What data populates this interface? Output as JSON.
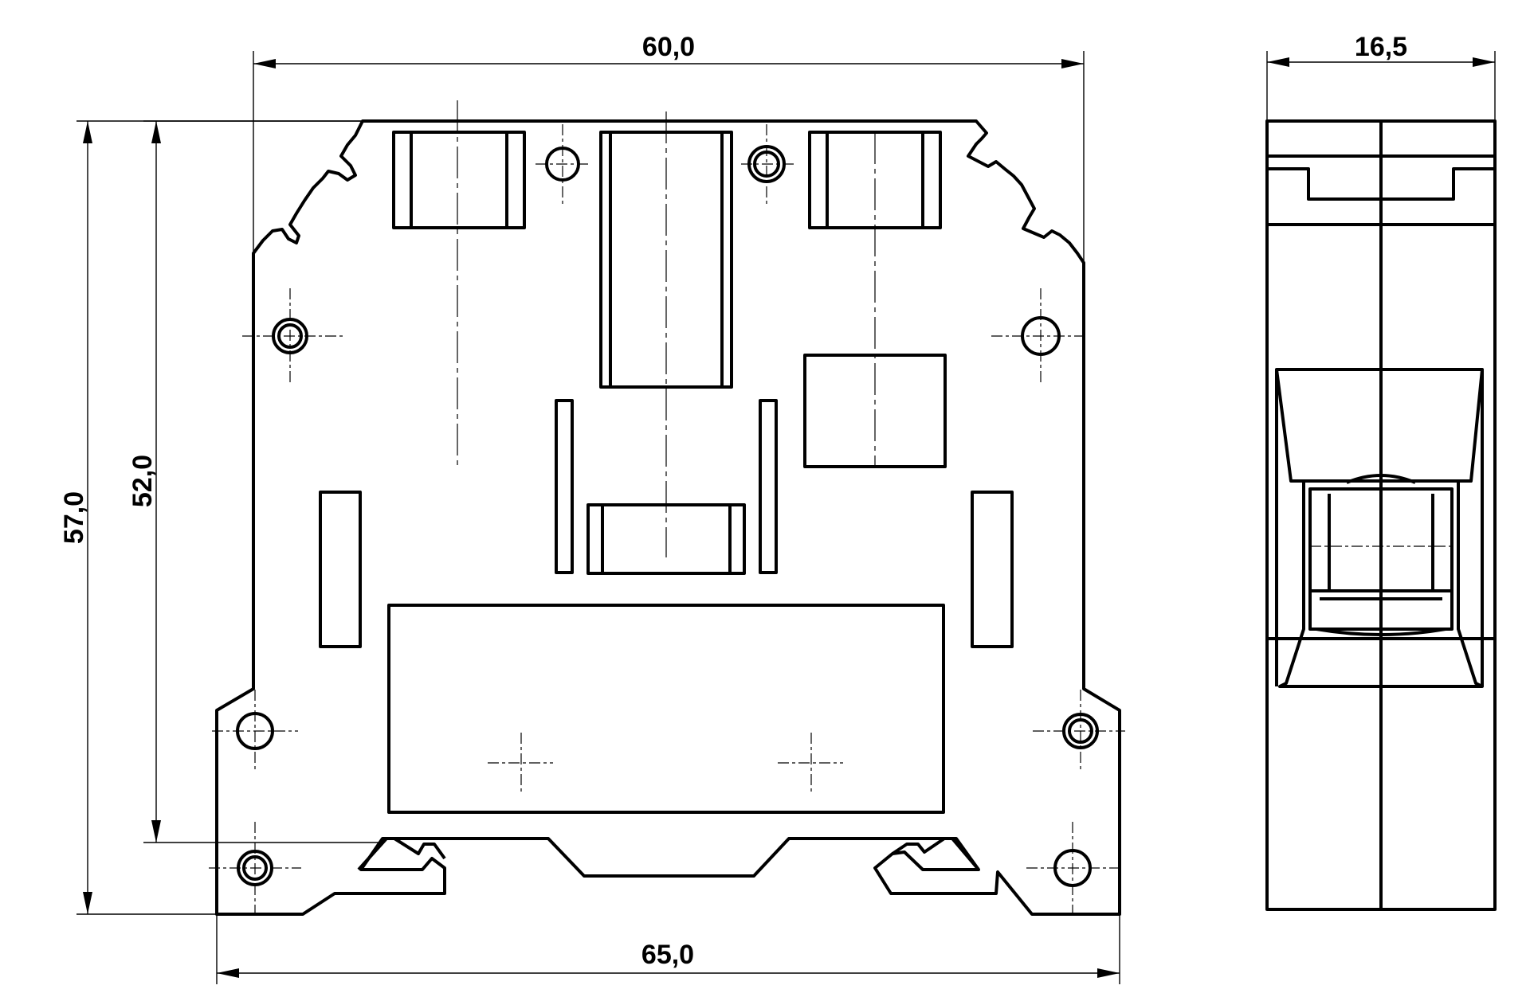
{
  "dimensions": {
    "top_width": "60,0",
    "bottom_width": "65,0",
    "side_width": "16,5",
    "outer_height": "57,0",
    "inner_height": "52,0"
  }
}
